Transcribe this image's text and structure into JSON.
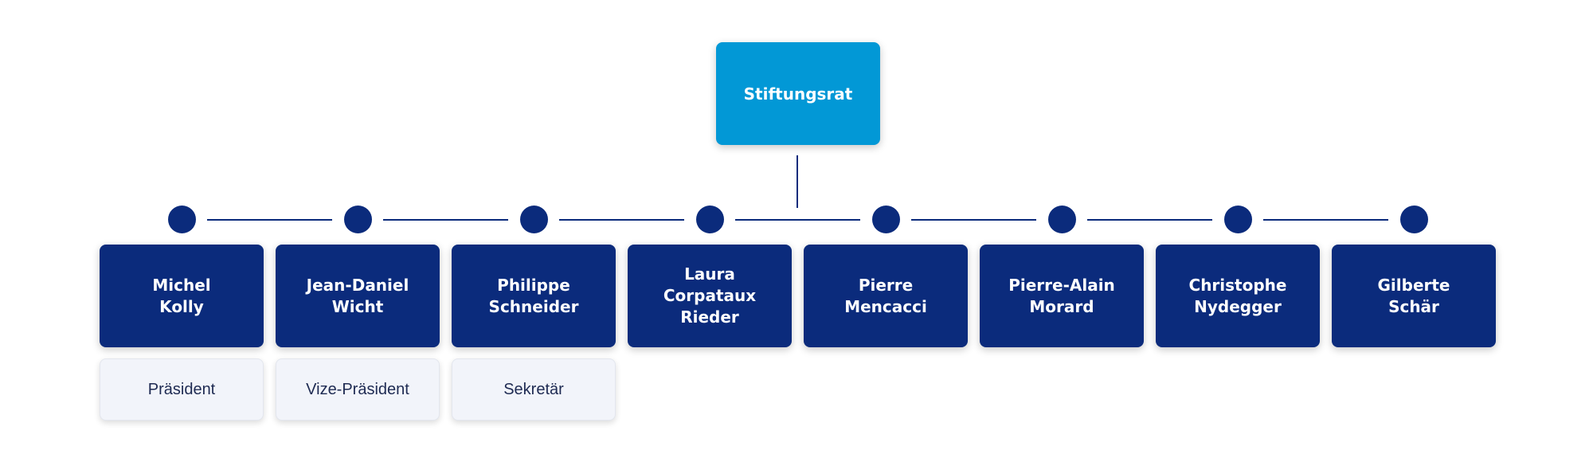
{
  "root": {
    "label": "Stiftungsrat"
  },
  "members": [
    {
      "name": "Michel\nKolly",
      "role": "Präsident"
    },
    {
      "name": "Jean-Daniel\nWicht",
      "role": "Vize-Präsident"
    },
    {
      "name": "Philippe\nSchneider",
      "role": "Sekretär"
    },
    {
      "name": "Laura\nCorpataux\nRieder",
      "role": ""
    },
    {
      "name": "Pierre\nMencacci",
      "role": ""
    },
    {
      "name": "Pierre-Alain\nMorard",
      "role": ""
    },
    {
      "name": "Christophe\nNydegger",
      "role": ""
    },
    {
      "name": "Gilberte\nSchär",
      "role": ""
    }
  ],
  "colors": {
    "root_fill": "#0298d6",
    "member_fill": "#0b2b7c",
    "role_fill": "#f2f4fa",
    "connector": "#0b2b7c"
  }
}
